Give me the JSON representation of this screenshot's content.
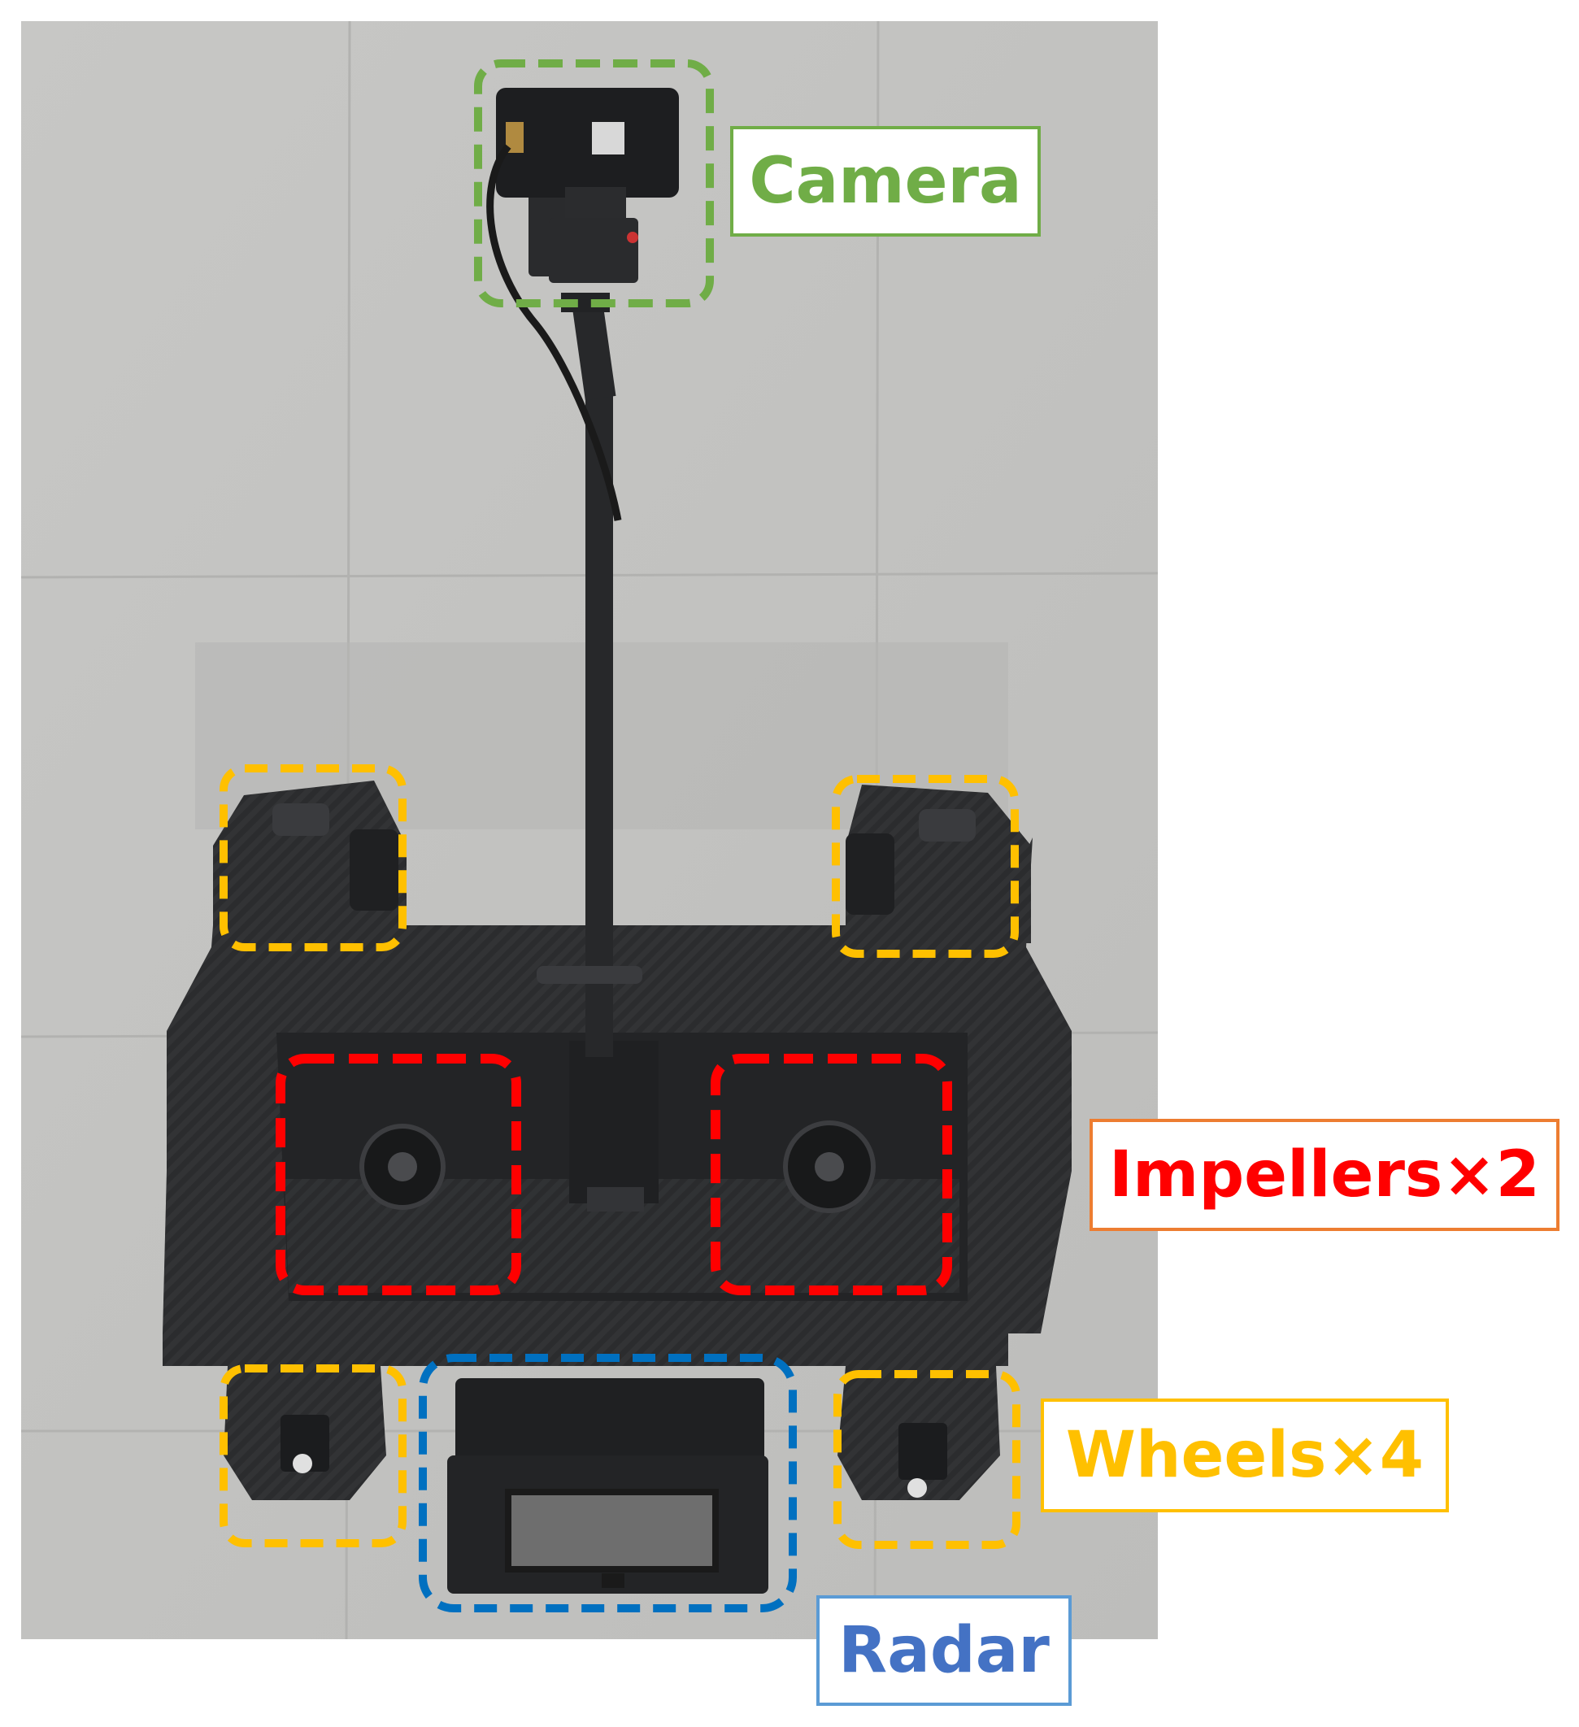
{
  "labels": {
    "camera": "Camera",
    "impellers": "Impellers×2",
    "wheels": "Wheels×4",
    "radar": "Radar"
  },
  "colors": {
    "camera": "#70ad47",
    "impellers": "#ff0000",
    "impellers_border": "#ed7d31",
    "wheels": "#ffc000",
    "radar": "#0070c0",
    "radar_text": "#4472c4",
    "radar_border": "#5b9bd5",
    "floor": "#c4c4c2",
    "robot": "#2a2b2d"
  },
  "icons": [
    "camera-icon",
    "impeller-icon",
    "wheel-icon",
    "radar-icon"
  ]
}
